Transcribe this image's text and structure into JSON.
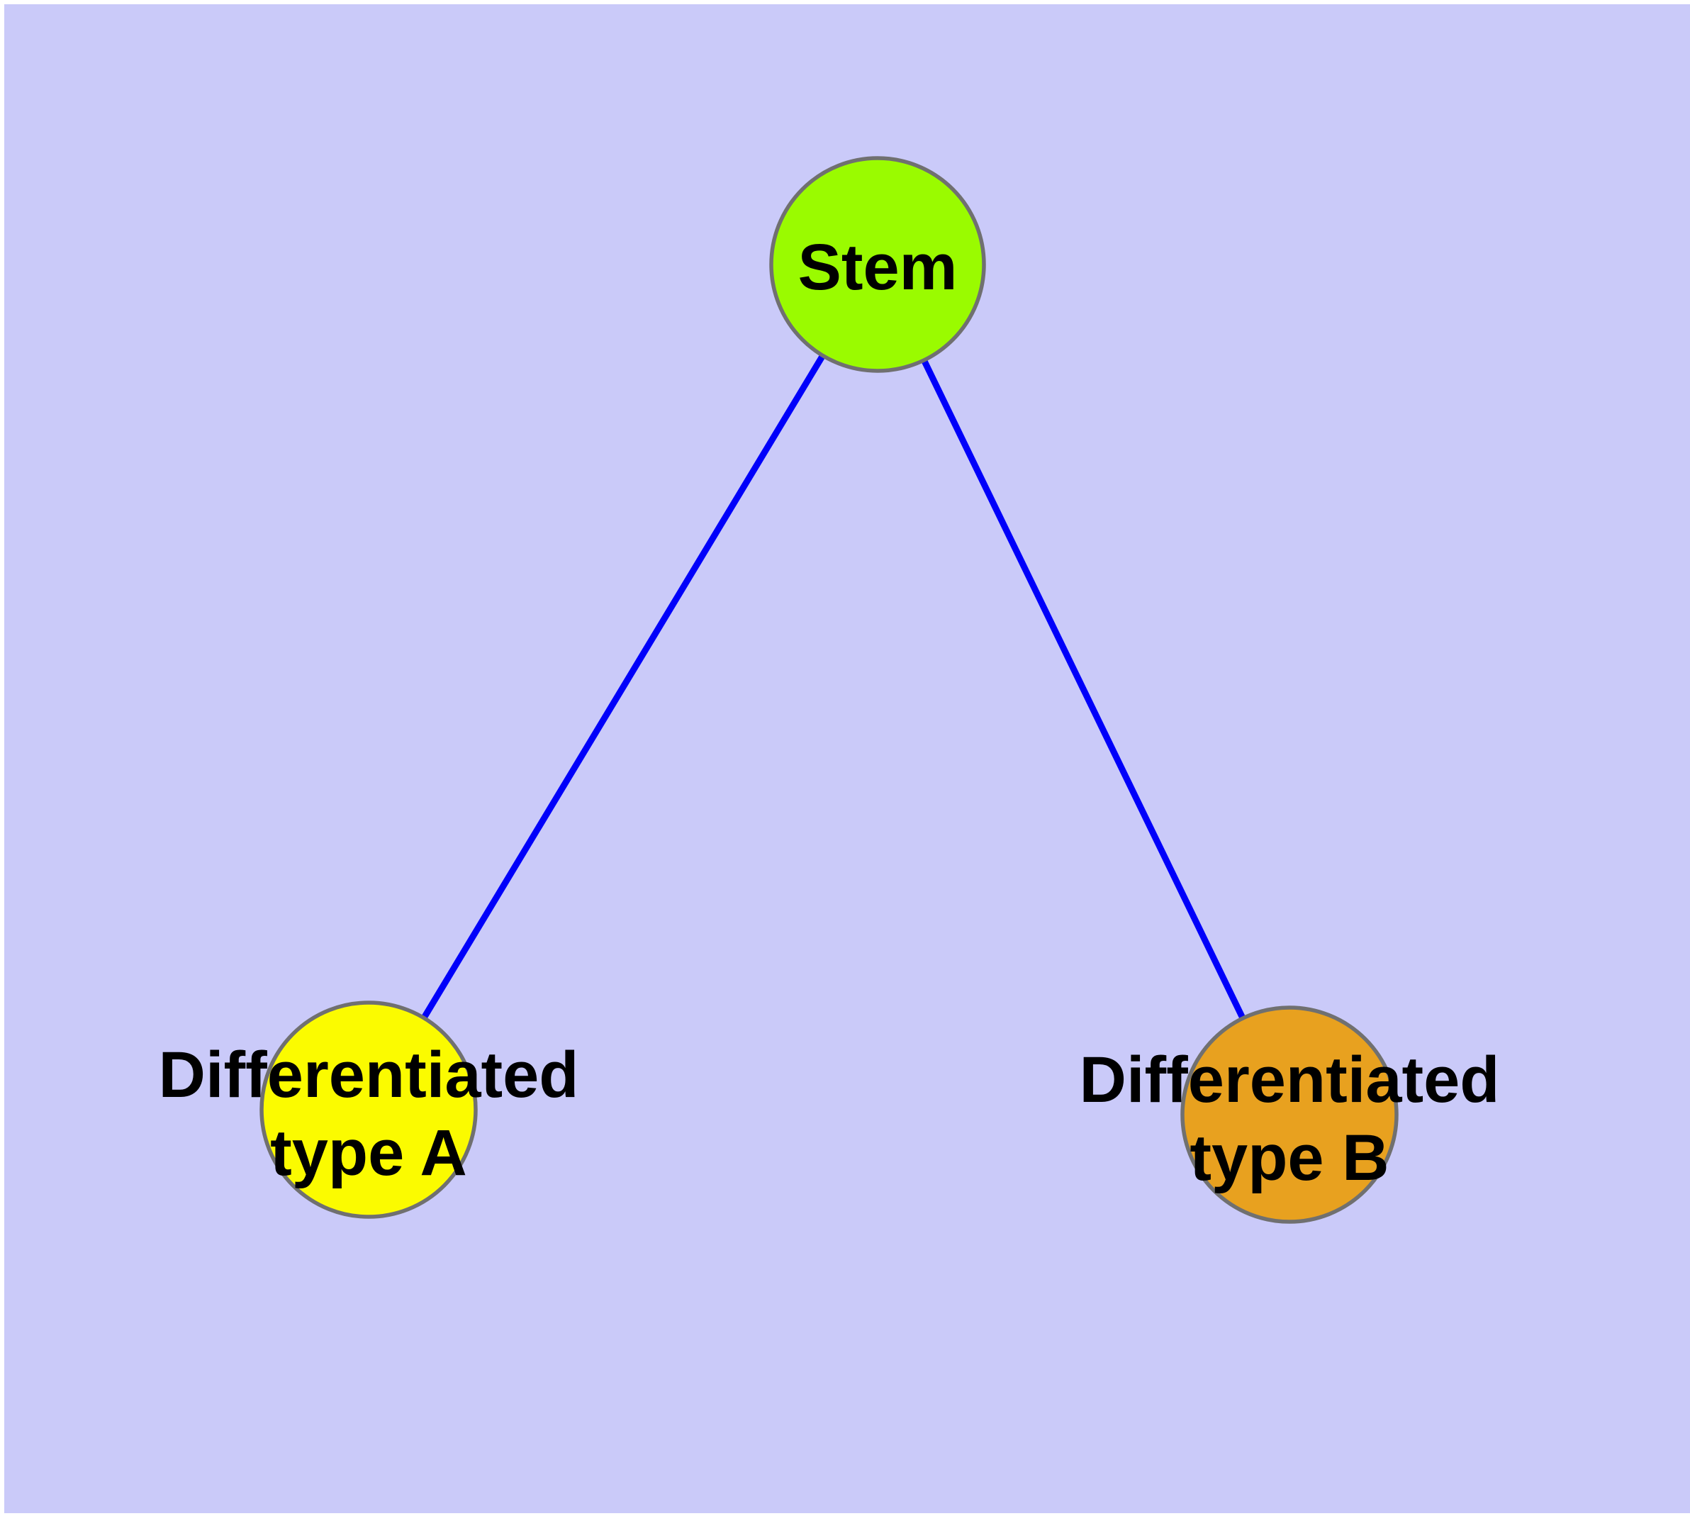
{
  "diagram": {
    "type": "graph",
    "description": "Stem cell differentiation tree with one root node and two leaf nodes",
    "colors": {
      "page_margin": "#FFFFFF",
      "background": "#CACAF9",
      "edge": "#0000FA",
      "node_border": "#707070",
      "label_text": "#000000",
      "stem_fill": "#9AFB00",
      "type_a_fill": "#FBFB00",
      "type_b_fill": "#E8A11F"
    },
    "nodes": [
      {
        "id": "stem",
        "label": "Stem",
        "fill": "#9AFB00"
      },
      {
        "id": "differentiated-type-a",
        "label_line1": "Differentiated",
        "label_line2": "type A",
        "fill": "#FBFB00"
      },
      {
        "id": "differentiated-type-b",
        "label_line1": "Differentiated",
        "label_line2": "type B",
        "fill": "#E8A11F"
      }
    ],
    "edges": [
      {
        "from": "Stem",
        "to": "Differentiated type A"
      },
      {
        "from": "Stem",
        "to": "Differentiated type B"
      }
    ]
  }
}
